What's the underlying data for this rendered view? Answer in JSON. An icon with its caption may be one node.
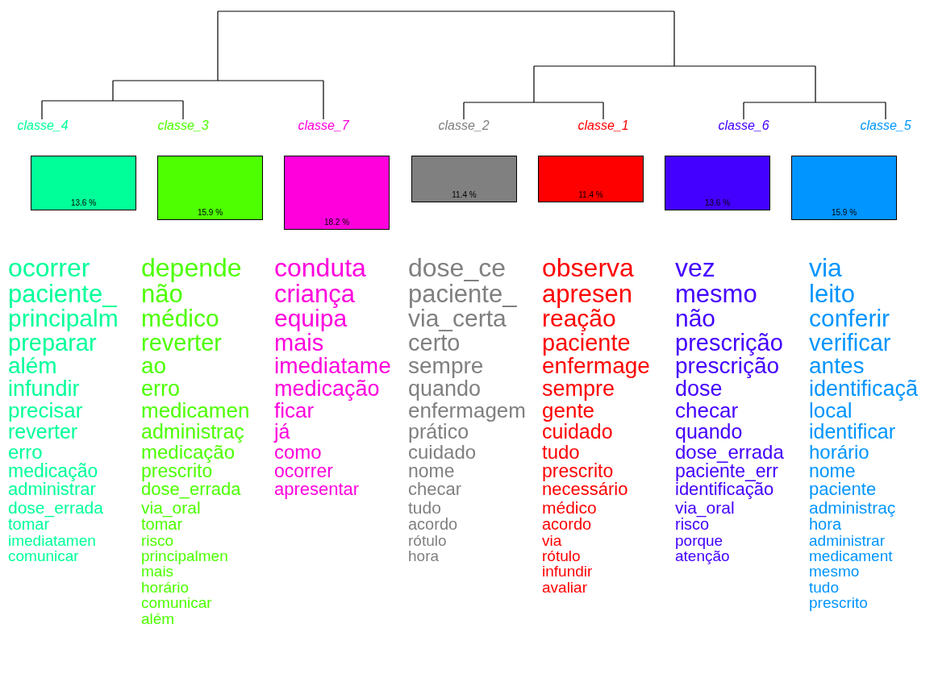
{
  "diagram": {
    "nodes": [
      {
        "text": [
          "13.6 %"
        ],
        "beside": [
          "classe_4"
        ]
      },
      {
        "text": [
          "15.9 %"
        ],
        "beside": [
          "classe_3"
        ]
      },
      {
        "text": [
          "18.2 %"
        ],
        "beside": [
          "classe_7"
        ]
      },
      {
        "text": [
          "11.4 %"
        ],
        "beside": [
          "classe_2"
        ]
      },
      {
        "text": [
          "11.4 %"
        ],
        "beside": [
          "classe_1"
        ]
      },
      {
        "text": [
          "13.6 %"
        ],
        "beside": [
          "classe_6"
        ]
      },
      {
        "text": [
          "15.9 %"
        ],
        "beside": [
          "classe_5"
        ]
      }
    ],
    "labels": [
      "ocorrer",
      "paciente_",
      "principalm",
      "preparar",
      "além",
      "infundir",
      "precisar",
      "reverter",
      "erro",
      "medicação",
      "administrar",
      "dose_errada",
      "tomar",
      "imediatamen",
      "comunicar",
      "depende",
      "não",
      "médico",
      "reverter",
      "ao",
      "erro",
      "medicamen",
      "administraç",
      "medicação",
      "prescrito",
      "dose_errada",
      "via_oral",
      "tomar",
      "risco",
      "principalmen",
      "mais",
      "horário",
      "comunicar",
      "além",
      "conduta",
      "criança",
      "equipa",
      "mais",
      "imediatame",
      "medicação",
      "ficar",
      "já",
      "como",
      "ocorrer",
      "apresentar",
      "dose_ce",
      "paciente_",
      "via_certa",
      "certo",
      "sempre",
      "quando",
      "enfermagem",
      "prático",
      "cuidado",
      "nome",
      "checar",
      "tudo",
      "acordo",
      "rótulo",
      "hora",
      "observa",
      "apresen",
      "reação",
      "paciente",
      "enfermage",
      "sempre",
      "gente",
      "cuidado",
      "tudo",
      "prescrito",
      "necessário",
      "médico",
      "acordo",
      "via",
      "rótulo",
      "infundir",
      "avaliar",
      "vez",
      "mesmo",
      "não",
      "prescrição",
      "prescrição",
      "dose",
      "checar",
      "quando",
      "dose_errada",
      "paciente_err",
      "identificação",
      "via_oral",
      "risco",
      "porque",
      "atenção",
      "via",
      "leito",
      "conferir",
      "verificar",
      "antes",
      "identificaçã",
      "local",
      "identificar",
      "horário",
      "nome",
      "paciente",
      "administraç",
      "hora",
      "administrar",
      "medicament",
      "mesmo",
      "tudo",
      "prescrito"
    ]
  }
}
